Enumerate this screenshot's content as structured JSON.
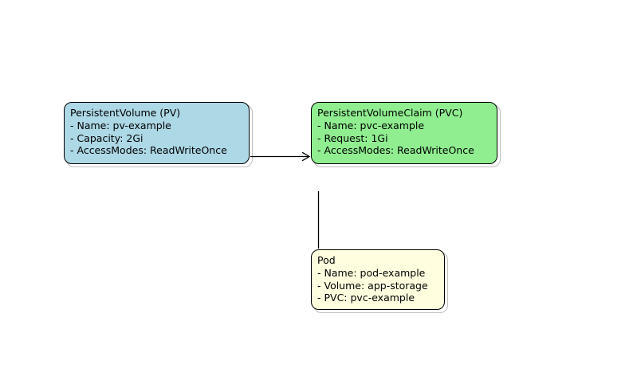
{
  "diagram": {
    "type": "flowchart",
    "background": "#ffffff",
    "edge_color": "#000000",
    "nodes": {
      "pv": {
        "title": "PersistentVolume (PV)",
        "lines": [
          "- Name: pv-example",
          "- Capacity: 2Gi",
          "- AccessModes: ReadWriteOnce"
        ],
        "fill": "#add8e6"
      },
      "pvc": {
        "title": "PersistentVolumeClaim (PVC)",
        "lines": [
          "- Name: pvc-example",
          "- Request: 1Gi",
          "- AccessModes: ReadWriteOnce"
        ],
        "fill": "#90ee90"
      },
      "pod": {
        "title": "Pod",
        "lines": [
          "- Name: pod-example",
          "- Volume: app-storage",
          "- PVC: pvc-example"
        ],
        "fill": "#ffffe0"
      }
    },
    "edges": [
      {
        "from": "pv",
        "to": "pvc",
        "style": "arrow"
      },
      {
        "from": "pvc",
        "to": "pod",
        "style": "line"
      }
    ]
  }
}
